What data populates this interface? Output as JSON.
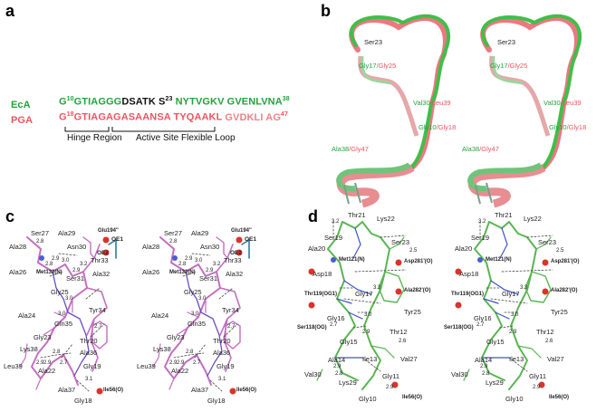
{
  "panels": {
    "a": "a",
    "b": "b",
    "c": "c",
    "d": "d"
  },
  "seq_ec": {
    "name": "EcA",
    "p1": "G",
    "s1": "10",
    "p2": "GTIAGGG",
    "p3": "DSATK S",
    "s2": "23",
    "p4": " NYTVGKV",
    "p5": "GVENLVNA",
    "s3": "38"
  },
  "seq_pg": {
    "name": "PGA",
    "p1": "G",
    "s1": "18",
    "p2": "GTIAGAG",
    "p3": "ASAANSA TYQAAKL",
    "p4": "GVDKLI AG",
    "s2": "47"
  },
  "regions": {
    "hinge": "Hinge Region",
    "flex": "Active Site Flexible Loop"
  },
  "b_labels": {
    "ser23": "Ser23",
    "gly17": "Gly17",
    "gly25": "/Gly25",
    "val30": "Val30",
    "leu39": "/Leu39",
    "gly10": "Gly10",
    "gly18": "/Gly18",
    "ala38": "Ala38",
    "gly47": "/Gly47"
  },
  "c_labels": {
    "ser27": "Ser27",
    "ala29": "Ala29",
    "glu194": "Glu194''",
    "oe1": "OE1",
    "oe2": "OE2",
    "ala28": "Ala28",
    "asn30": "Asn30",
    "thr33": "Thr33",
    "ala26": "Ala26",
    "met132": "Met132(N)",
    "ser31": "Ser31",
    "ala32": "Ala32",
    "gly25": "Gly25",
    "tyr34": "Tyr34",
    "ala24": "Ala24",
    "gln35": "Gln35",
    "gly23": "Gly23",
    "thr20": "Thr20",
    "lys38": "Lys38",
    "ala36": "Ala36",
    "leu39": "Leu39",
    "gly19": "Gly19",
    "ala22": "Ala22",
    "ala37": "Ala37",
    "gly18": "Gly18",
    "ile56": "Ile56(O)",
    "d28": "2.8",
    "d30a": "3.0",
    "d29": "2.9",
    "d32": "3.2",
    "d28b": "2.8",
    "d29b": "2.9",
    "d30b": "3.0",
    "d30c": "3.0",
    "d27": "2.7",
    "d28c": "2.8",
    "d29c": "2.9",
    "d29d": "2.9",
    "d27b": "2.7",
    "d31": "3.1"
  },
  "d_labels": {
    "thr21": "Thr21",
    "lys22": "Lys22",
    "ser19": "Ser19",
    "ser23": "Ser23",
    "ala20": "Ala20",
    "met121": "Met121(N)",
    "asp281": "Asp281'(O)",
    "asp18": "Asp18",
    "thr119": "Thr119(OG1)",
    "gly17": "Gly17",
    "ala282": "Ala282'(O)",
    "tyr25": "Tyr25",
    "gly16": "Gly16",
    "ser118": "Ser118(OG)",
    "thr12": "Thr12",
    "gly15": "Gly15",
    "ile13": "Ile13",
    "val27": "Val27",
    "ala14": "Ala14",
    "val30": "Val30",
    "lys29": "Lys29",
    "gly11": "Gly11",
    "gly10": "Gly10",
    "ile56": "Ile56(O)",
    "d32": "3.2",
    "d25": "2.5",
    "d33": "3.3",
    "d30": "3.0",
    "d27": "2.7",
    "d29": "2.9",
    "d26": "2.6",
    "d28": "2.8",
    "d29b": "2.9",
    "d29c": "2.9"
  },
  "colors": {
    "green": "#21a33a",
    "red": "#ec5560",
    "stick_green": "#5ab552",
    "stick_pink": "#c26fc0",
    "blue": "#4a5dd6",
    "oxygen": "#d9342b"
  }
}
